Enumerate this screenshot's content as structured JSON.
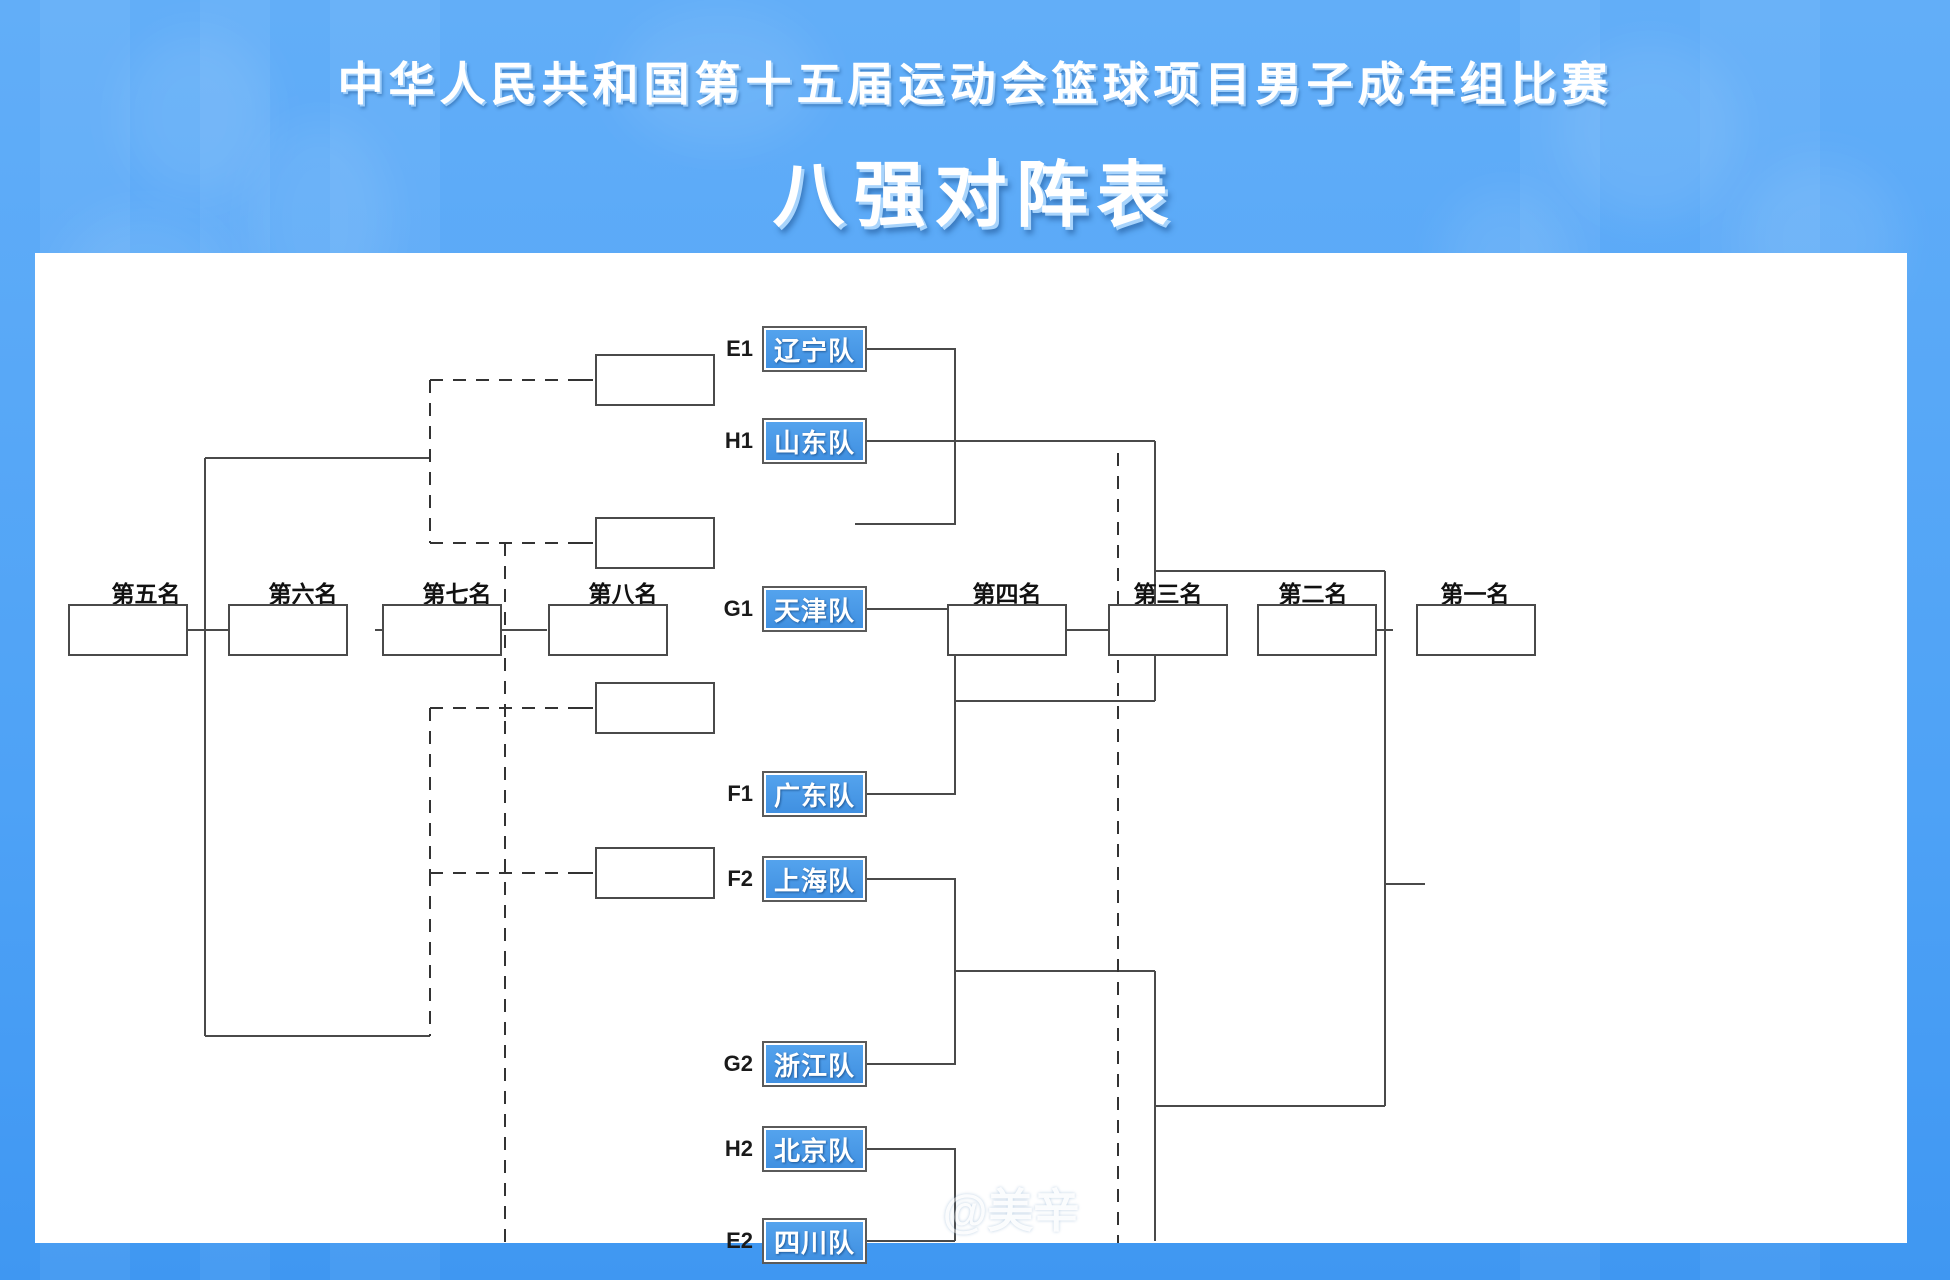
{
  "header": {
    "title_main": "中华人民共和国第十五届运动会篮球项目男子成年组比赛",
    "title_sub": "八强对阵表"
  },
  "bracket": {
    "teams": [
      {
        "seed": "E1",
        "name": "辽宁队"
      },
      {
        "seed": "H1",
        "name": "山东队"
      },
      {
        "seed": "G1",
        "name": "天津队"
      },
      {
        "seed": "F1",
        "name": "广东队"
      },
      {
        "seed": "F2",
        "name": "上海队"
      },
      {
        "seed": "G2",
        "name": "浙江队"
      },
      {
        "seed": "H2",
        "name": "北京队"
      },
      {
        "seed": "E2",
        "name": "四川队"
      }
    ],
    "ranks_left": [
      "第五名",
      "第六名",
      "第七名",
      "第八名"
    ],
    "ranks_right": [
      "第四名",
      "第三名",
      "第二名",
      "第一名"
    ]
  },
  "watermark": {
    "handle": "@美辛",
    "icon": "weibo-logo-icon",
    "corner": "美辛"
  },
  "colors": {
    "background_blue": "#4da3f5",
    "panel_white": "#ffffff",
    "team_box_blue": "#4a9bea",
    "line_dark": "#4a4a4a",
    "text_dark": "#111111"
  }
}
